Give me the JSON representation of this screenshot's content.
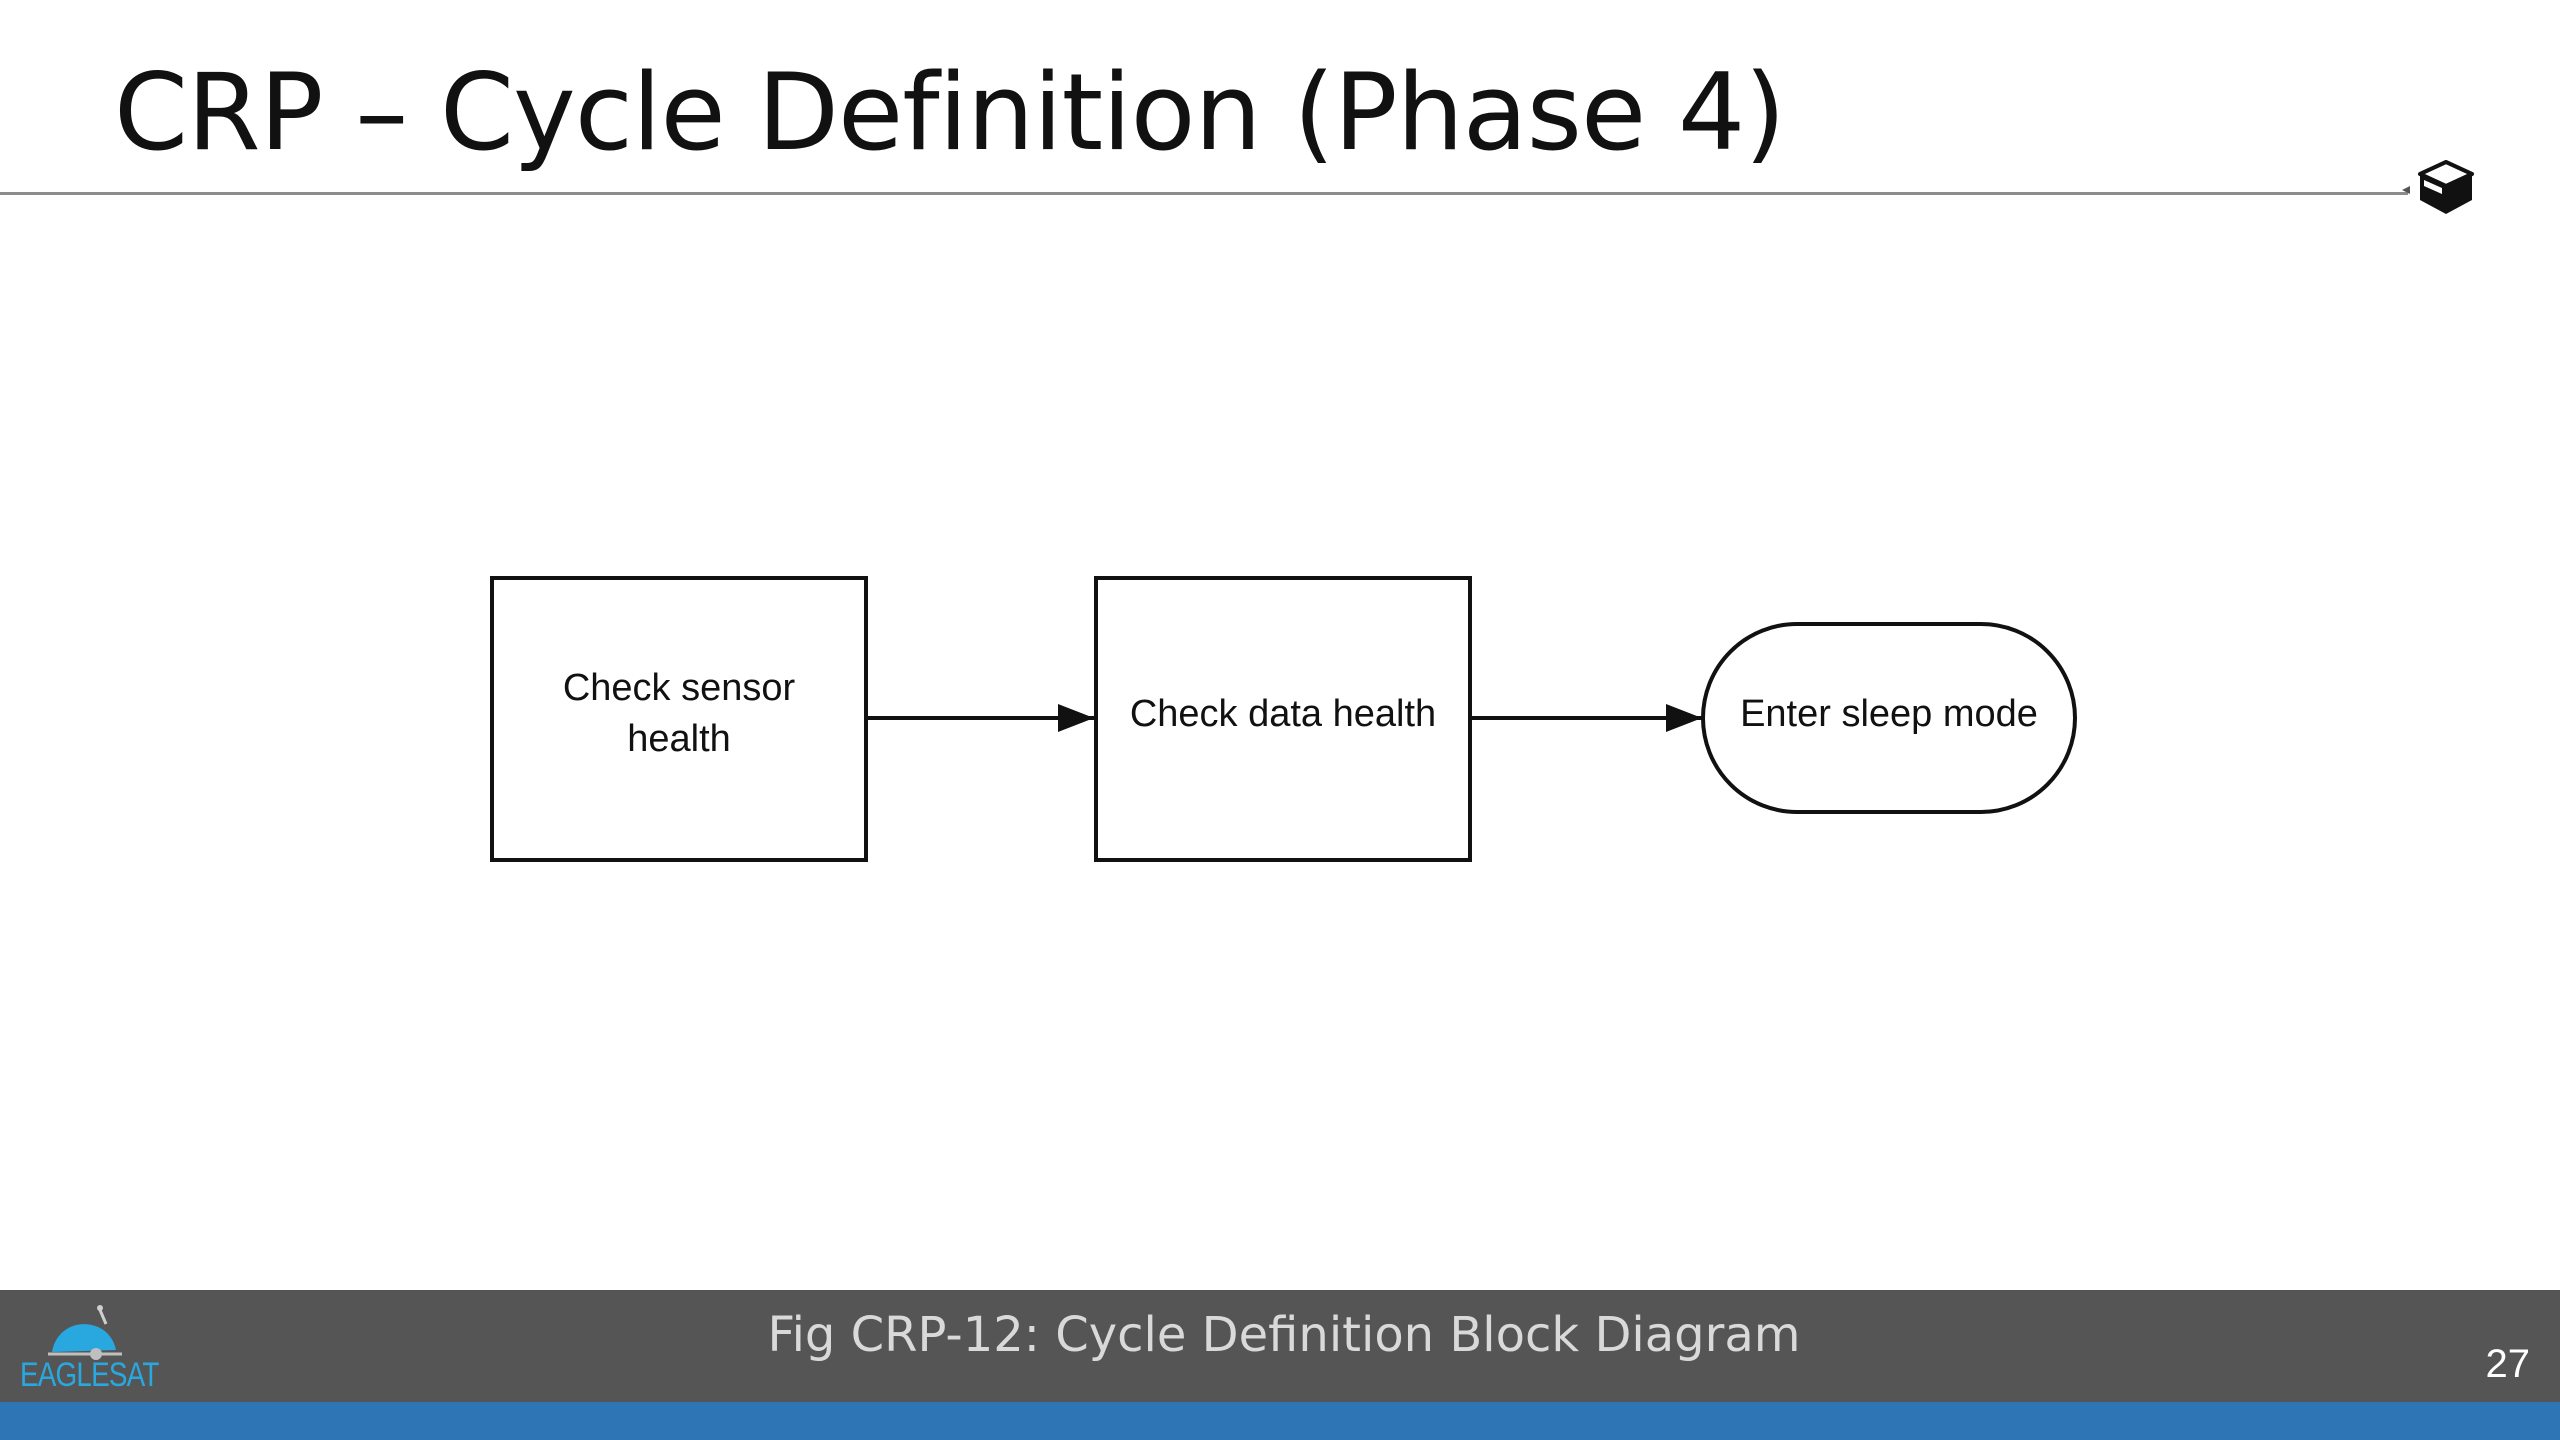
{
  "slide": {
    "title": "CRP – Cycle Definition (Phase 4)",
    "corner_icon": "cube-icon",
    "page_number": "27"
  },
  "diagram": {
    "nodes": [
      {
        "id": "n1",
        "shape": "rectangle",
        "lines": [
          "Check sensor",
          "health"
        ]
      },
      {
        "id": "n2",
        "shape": "rectangle",
        "lines": [
          "Check data health"
        ]
      },
      {
        "id": "n3",
        "shape": "terminal-rounded",
        "lines": [
          "Enter sleep mode"
        ]
      }
    ],
    "edges": [
      {
        "from": "n1",
        "to": "n2"
      },
      {
        "from": "n2",
        "to": "n3"
      }
    ]
  },
  "footer": {
    "caption": "Fig CRP-12: Cycle Definition Block Diagram",
    "logo_text": "EAGLESAT",
    "logo_icon": "satellite-dome-icon"
  },
  "colors": {
    "footer_bar": "#555555",
    "footer_accent": "#2e75b6",
    "logo": "#29a8e0",
    "rule": "#8c8c8c"
  }
}
